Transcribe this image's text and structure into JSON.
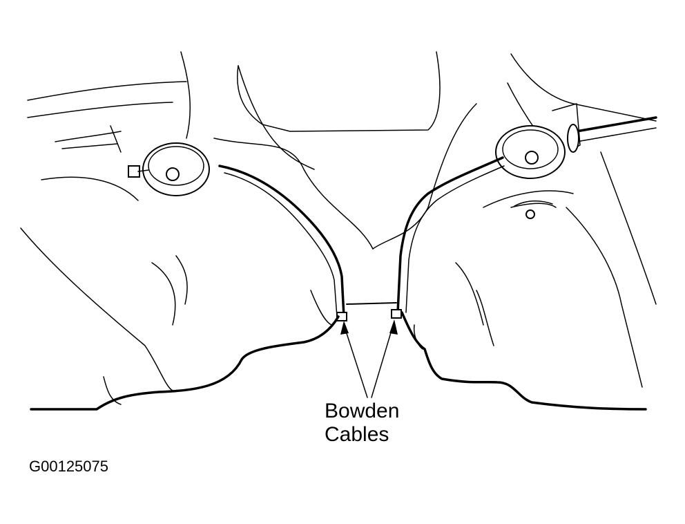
{
  "callout": {
    "line1": "Bowden",
    "line2": "Cables"
  },
  "figure_id": "G00125075",
  "colors": {
    "line": "#000000",
    "background": "#ffffff"
  }
}
